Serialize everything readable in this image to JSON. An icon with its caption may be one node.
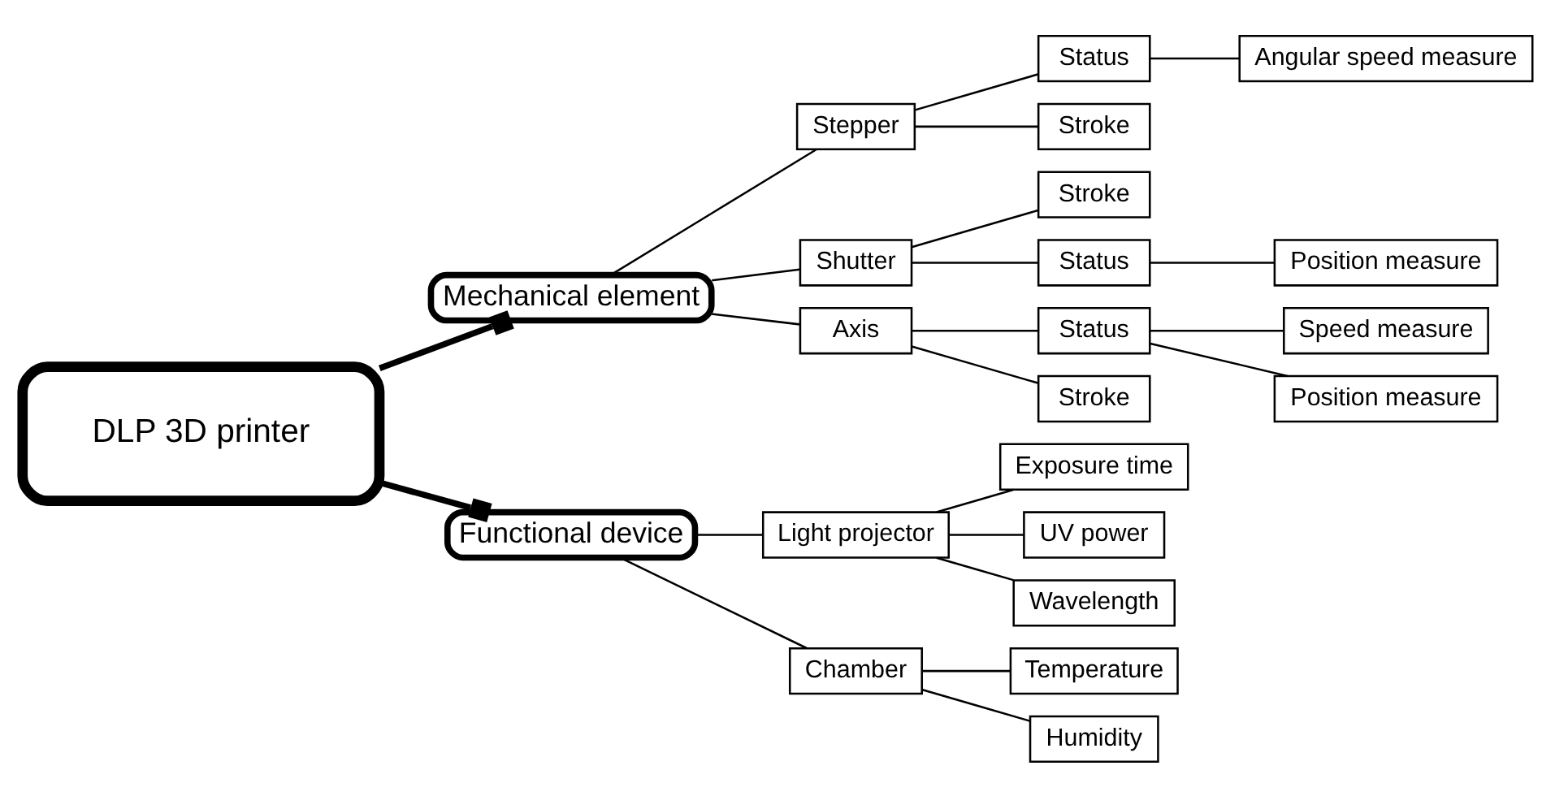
{
  "diagram": {
    "nodes": [
      {
        "text": [
          "DLP 3D printer"
        ]
      },
      {
        "text": [
          "Mechanical element"
        ]
      },
      {
        "text": [
          "Functional device"
        ]
      },
      {
        "text": [
          "Stepper"
        ]
      },
      {
        "text": [
          "Status"
        ]
      },
      {
        "text": [
          "Stroke"
        ]
      },
      {
        "text": [
          "Angular speed measure"
        ]
      },
      {
        "text": [
          "Shutter"
        ]
      },
      {
        "text": [
          "Stroke"
        ]
      },
      {
        "text": [
          "Status"
        ]
      },
      {
        "text": [
          "Position measure"
        ]
      },
      {
        "text": [
          "Axis"
        ]
      },
      {
        "text": [
          "Status"
        ]
      },
      {
        "text": [
          "Stroke"
        ]
      },
      {
        "text": [
          "Speed measure"
        ]
      },
      {
        "text": [
          "Position measure"
        ]
      },
      {
        "text": [
          "Light projector"
        ]
      },
      {
        "text": [
          "Exposure time"
        ]
      },
      {
        "text": [
          "UV power"
        ]
      },
      {
        "text": [
          "Wavelength"
        ]
      },
      {
        "text": [
          "Chamber"
        ]
      },
      {
        "text": [
          "Temperature"
        ]
      },
      {
        "text": [
          "Humidity"
        ]
      }
    ],
    "edges": [
      {
        "from": 0,
        "to": 1,
        "arrow": "other",
        "style": "thick"
      },
      {
        "from": 1,
        "to": 3,
        "arrow": "none"
      },
      {
        "from": 3,
        "to": 4,
        "arrow": "none"
      },
      {
        "from": 3,
        "to": 5,
        "arrow": "none"
      },
      {
        "from": 4,
        "to": 6,
        "arrow": "none"
      },
      {
        "from": 1,
        "to": 7,
        "arrow": "none"
      },
      {
        "from": 7,
        "to": 8,
        "arrow": "none"
      },
      {
        "from": 7,
        "to": 9,
        "arrow": "none"
      },
      {
        "from": 9,
        "to": 10,
        "arrow": "none"
      },
      {
        "from": 1,
        "to": 11,
        "arrow": "none"
      },
      {
        "from": 11,
        "to": 12,
        "arrow": "none"
      },
      {
        "from": 11,
        "to": 13,
        "arrow": "none"
      },
      {
        "from": 12,
        "to": 14,
        "arrow": "none"
      },
      {
        "from": 12,
        "to": 15,
        "arrow": "none"
      },
      {
        "from": 0,
        "to": 2,
        "arrow": "other",
        "style": "thick"
      },
      {
        "from": 2,
        "to": 16,
        "arrow": "none"
      },
      {
        "from": 16,
        "to": 17,
        "arrow": "none"
      },
      {
        "from": 16,
        "to": 18,
        "arrow": "none"
      },
      {
        "from": 16,
        "to": 19,
        "arrow": "none"
      },
      {
        "from": 2,
        "to": 20,
        "arrow": "none"
      },
      {
        "from": 20,
        "to": 21,
        "arrow": "none"
      },
      {
        "from": 20,
        "to": 22,
        "arrow": "none"
      }
    ]
  }
}
